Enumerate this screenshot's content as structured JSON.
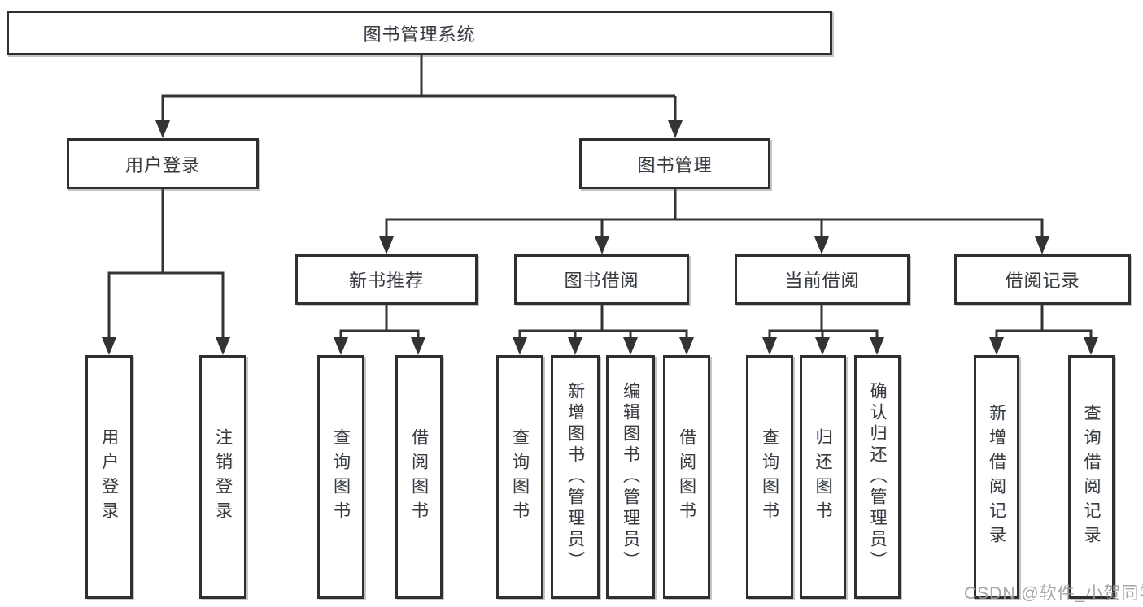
{
  "tree": {
    "root": "图书管理系统",
    "branches": [
      {
        "label": "用户登录",
        "children": [
          "用户登录",
          "注销登录"
        ]
      },
      {
        "label": "图书管理",
        "groups": [
          {
            "label": "新书推荐",
            "children": [
              "查询图书",
              "借阅图书"
            ]
          },
          {
            "label": "图书借阅",
            "children": [
              "查询图书",
              "新增图书（管理员）",
              "编辑图书（管理员）",
              "借阅图书"
            ]
          },
          {
            "label": "当前借阅",
            "children": [
              "查询图书",
              "归还图书",
              "确认归还（管理员）"
            ]
          },
          {
            "label": "借阅记录",
            "children": [
              "新增借阅记录",
              "查询借阅记录"
            ]
          }
        ]
      }
    ]
  },
  "watermark": "CSDN @软件_小贺同学",
  "colors": {
    "line": "#333333",
    "box_border": "#2f2f2f",
    "text": "#3a3a3a",
    "watermark": "#9e9e9e",
    "background": "#ffffff"
  }
}
